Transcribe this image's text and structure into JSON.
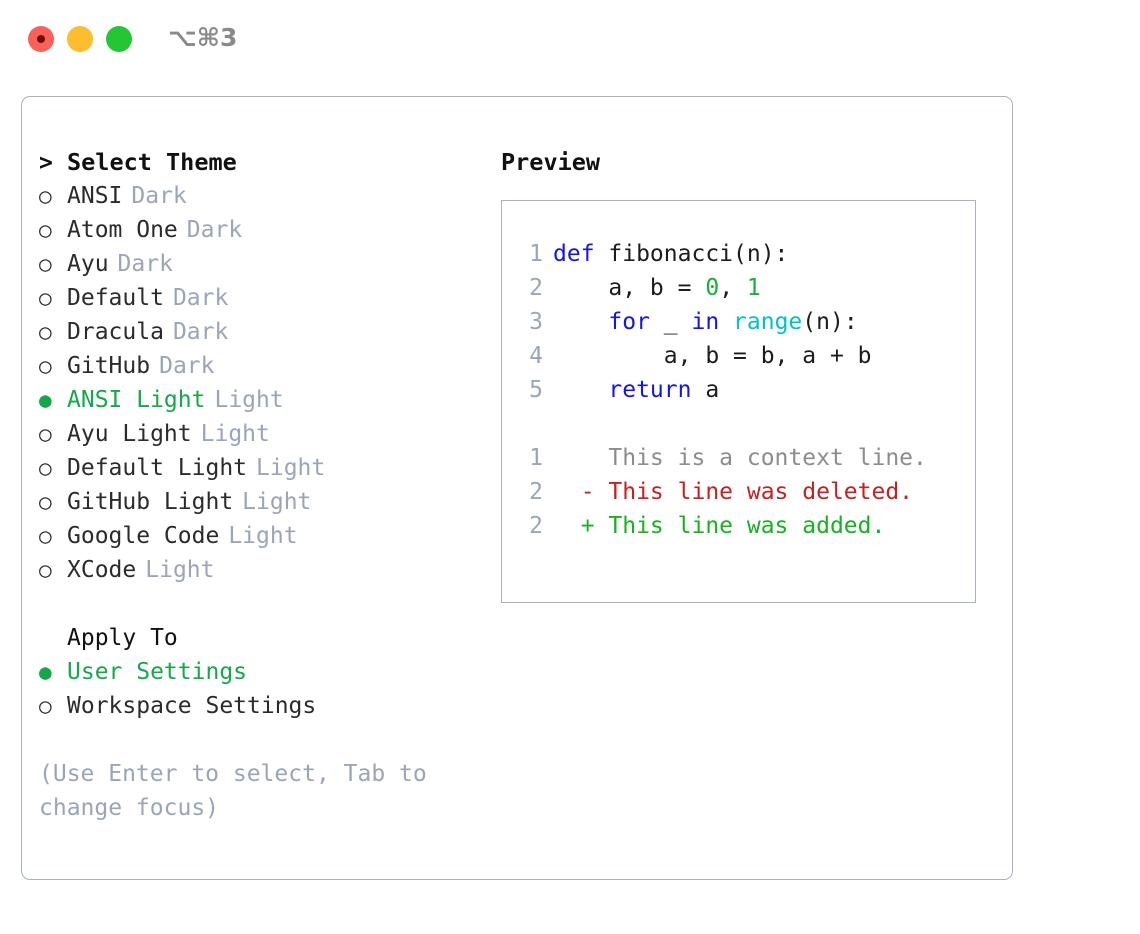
{
  "window": {
    "shortcut": "⌥⌘3",
    "traffic_lights": [
      {
        "name": "close",
        "color": "#fb6158"
      },
      {
        "name": "minimize",
        "color": "#fcbd2e"
      },
      {
        "name": "maximize",
        "color": "#24c636"
      }
    ]
  },
  "theme_selector": {
    "heading_marker": ">",
    "heading": "Select Theme",
    "marker_selected": "●",
    "marker_unselected": "○",
    "items": [
      {
        "label": "ANSI",
        "suffix": "Dark",
        "selected": false
      },
      {
        "label": "Atom One",
        "suffix": "Dark",
        "selected": false
      },
      {
        "label": "Ayu",
        "suffix": "Dark",
        "selected": false
      },
      {
        "label": "Default",
        "suffix": "Dark",
        "selected": false
      },
      {
        "label": "Dracula",
        "suffix": "Dark",
        "selected": false
      },
      {
        "label": "GitHub",
        "suffix": "Dark",
        "selected": false
      },
      {
        "label": "ANSI Light",
        "suffix": "Light",
        "selected": true
      },
      {
        "label": "Ayu Light",
        "suffix": "Light",
        "selected": false
      },
      {
        "label": "Default Light",
        "suffix": "Light",
        "selected": false
      },
      {
        "label": "GitHub Light",
        "suffix": "Light",
        "selected": false
      },
      {
        "label": "Google Code",
        "suffix": "Light",
        "selected": false
      },
      {
        "label": "XCode",
        "suffix": "Light",
        "selected": false
      }
    ]
  },
  "apply_to": {
    "heading": "Apply To",
    "items": [
      {
        "label": "User Settings",
        "selected": true
      },
      {
        "label": "Workspace Settings",
        "selected": false
      }
    ]
  },
  "hint": "(Use Enter to select, Tab to change focus)",
  "preview": {
    "title": "Preview",
    "code_lines": [
      {
        "no": "1",
        "tokens": [
          {
            "t": "def ",
            "c": "kw"
          },
          {
            "t": "fibonacci(n):",
            "c": "id"
          }
        ]
      },
      {
        "no": "2",
        "tokens": [
          {
            "t": "    a, b = ",
            "c": "id"
          },
          {
            "t": "0",
            "c": "num"
          },
          {
            "t": ", ",
            "c": "id"
          },
          {
            "t": "1",
            "c": "num"
          }
        ]
      },
      {
        "no": "3",
        "tokens": [
          {
            "t": "    ",
            "c": "id"
          },
          {
            "t": "for",
            "c": "kw"
          },
          {
            "t": " _ ",
            "c": "id"
          },
          {
            "t": "in",
            "c": "kw"
          },
          {
            "t": " ",
            "c": "id"
          },
          {
            "t": "range",
            "c": "fn"
          },
          {
            "t": "(n):",
            "c": "id"
          }
        ]
      },
      {
        "no": "4",
        "tokens": [
          {
            "t": "        a, b = b, a + b",
            "c": "id"
          }
        ]
      },
      {
        "no": "5",
        "tokens": [
          {
            "t": "    ",
            "c": "id"
          },
          {
            "t": "return",
            "c": "kw"
          },
          {
            "t": " a",
            "c": "id"
          }
        ]
      }
    ],
    "diff_lines": [
      {
        "no": "1",
        "sign": " ",
        "text": "This is a context line.",
        "kind": "ctx"
      },
      {
        "no": "2",
        "sign": "-",
        "text": "This line was deleted.",
        "kind": "del"
      },
      {
        "no": "2",
        "sign": "+",
        "text": "This line was added.",
        "kind": "add"
      }
    ]
  },
  "colors": {
    "accent_green": "#15a84a",
    "muted": "#9aa5b8",
    "border": "#a8b2c4",
    "keyword": "#1414e6",
    "function": "#00c4c4",
    "number": "#16b03a",
    "diff_delete": "#c72020",
    "diff_add": "#16b21f"
  }
}
